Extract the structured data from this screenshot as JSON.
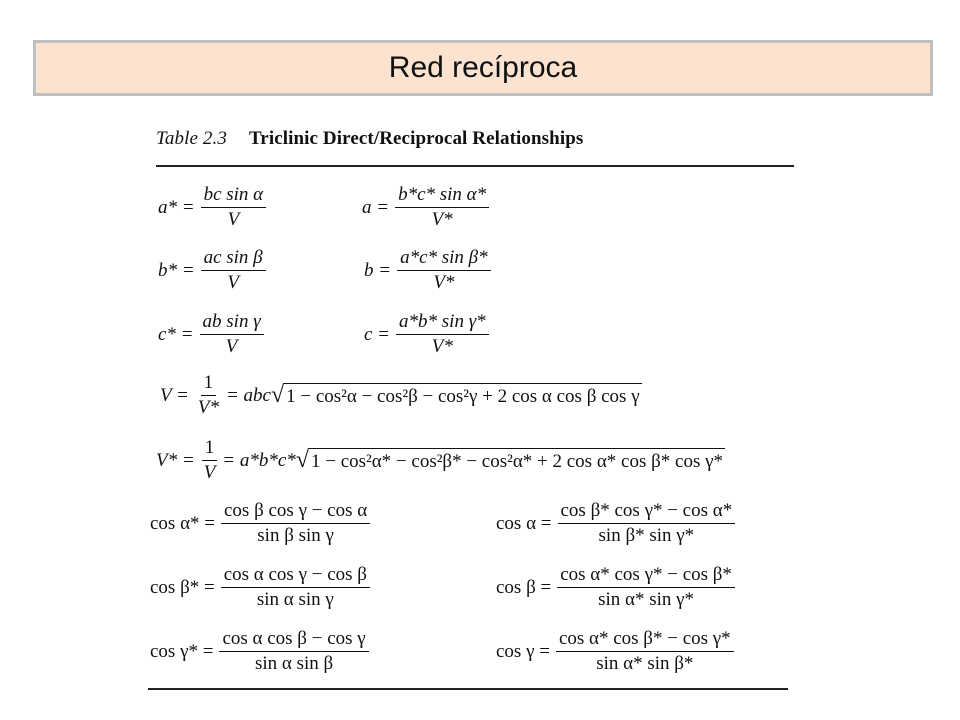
{
  "slide": {
    "title": "Red recíproca"
  },
  "table": {
    "number": "Table 2.3",
    "caption": "Triclinic Direct/Reciprocal Relationships"
  },
  "equations": {
    "astar": {
      "lhs": "a* =",
      "num": "bc sin α",
      "den": "V"
    },
    "a": {
      "lhs": "a =",
      "num": "b*c* sin α*",
      "den": "V*"
    },
    "bstar": {
      "lhs": "b* =",
      "num": "ac sin β",
      "den": "V"
    },
    "b": {
      "lhs": "b =",
      "num": "a*c* sin β*",
      "den": "V*"
    },
    "cstar": {
      "lhs": "c* =",
      "num": "ab sin γ",
      "den": "V"
    },
    "c": {
      "lhs": "c =",
      "num": "a*b* sin γ*",
      "den": "V*"
    },
    "V": {
      "lhs": "V =",
      "num": "1",
      "den": "V*",
      "mid": "= abc",
      "radicand": "1 − cos²α − cos²β − cos²γ + 2 cos α cos β cos γ"
    },
    "Vstar": {
      "lhs": "V* =",
      "num": "1",
      "den": "V",
      "mid": "= a*b*c*",
      "radicand": "1 − cos²α* − cos²β* − cos²α* + 2 cos α* cos β* cos γ*"
    },
    "cos_alpha_star": {
      "lhs": "cos α* =",
      "num": "cos β cos γ − cos α",
      "den": "sin β sin γ"
    },
    "cos_alpha": {
      "lhs": "cos α =",
      "num": "cos β* cos γ* − cos α*",
      "den": "sin β* sin γ*"
    },
    "cos_beta_star": {
      "lhs": "cos β* =",
      "num": "cos α cos γ − cos β",
      "den": "sin α sin γ"
    },
    "cos_beta": {
      "lhs": "cos β =",
      "num": "cos α* cos γ* − cos β*",
      "den": "sin α* sin γ*"
    },
    "cos_gamma_star": {
      "lhs": "cos γ* =",
      "num": "cos α cos β − cos γ",
      "den": "sin α sin β"
    },
    "cos_gamma": {
      "lhs": "cos γ =",
      "num": "cos α* cos β* − cos γ*",
      "den": "sin α* sin β*"
    }
  }
}
